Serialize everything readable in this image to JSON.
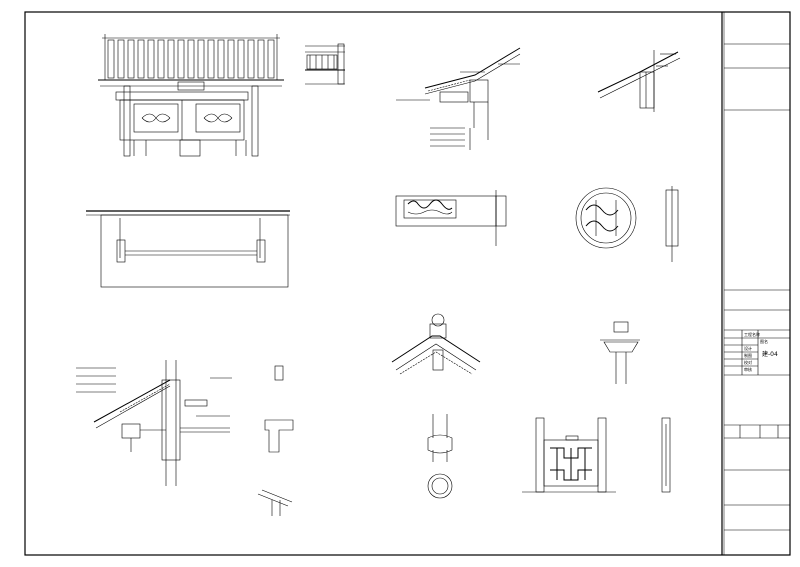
{
  "sheet": {
    "title_block": {
      "rows": [
        "工程名称",
        "图名",
        "设计",
        "制图",
        "校对",
        "审核"
      ],
      "drawing_number": "建-04"
    }
  },
  "colors": {
    "line": "#000000",
    "paper": "#ffffff"
  }
}
